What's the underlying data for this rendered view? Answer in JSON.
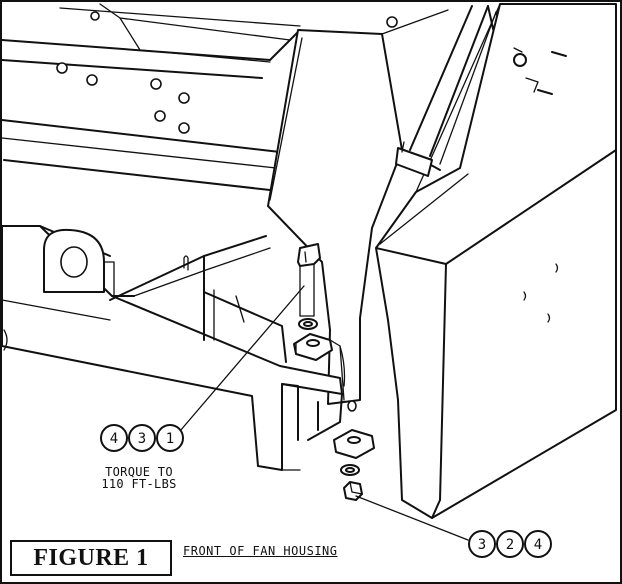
{
  "figure": {
    "label": "FIGURE 1",
    "caption": "FRONT OF FAN HOUSING"
  },
  "callouts": {
    "upper": {
      "balloons": [
        "4",
        "3",
        "1"
      ],
      "note_line1": "TORQUE TO",
      "note_line2": "110 FT-LBS"
    },
    "lower": {
      "balloons": [
        "3",
        "2",
        "4"
      ]
    }
  }
}
